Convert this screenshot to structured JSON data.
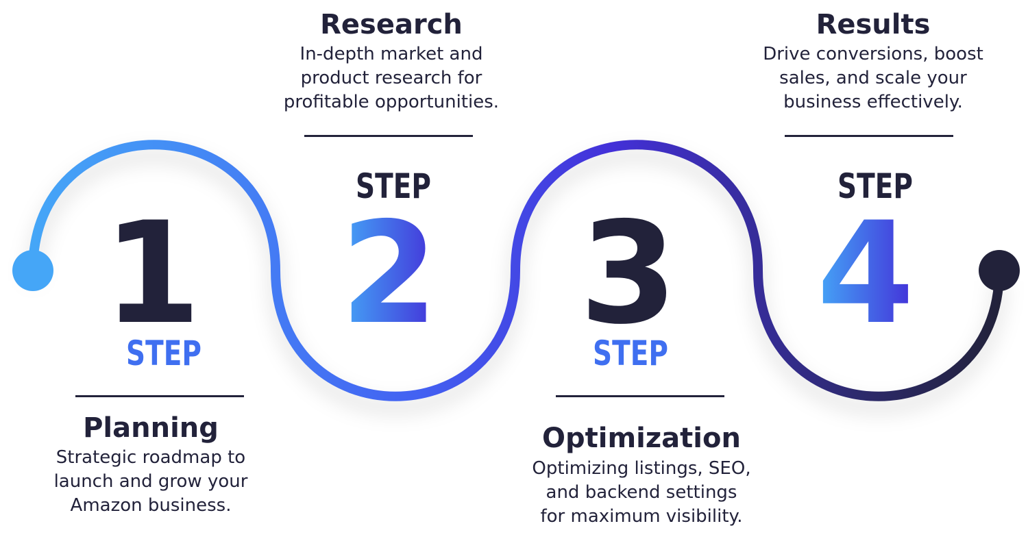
{
  "steps": [
    {
      "number": "1",
      "step_label": "STEP",
      "title": "Planning",
      "description": [
        "Strategic roadmap to",
        "launch and grow your",
        "Amazon business."
      ]
    },
    {
      "number": "2",
      "step_label": "STEP",
      "title": "Research",
      "description": [
        "In-depth market and",
        "product research for",
        "profitable opportunities."
      ]
    },
    {
      "number": "3",
      "step_label": "STEP",
      "title": "Optimization",
      "description": [
        "Optimizing listings, SEO,",
        "and backend settings",
        "for maximum visibility."
      ]
    },
    {
      "number": "4",
      "step_label": "STEP",
      "title": "Results",
      "description": [
        "Drive conversions, boost",
        "sales, and scale your",
        "business effectively."
      ]
    }
  ],
  "colors": {
    "dark": "#22223a",
    "light_blue": "#45a6f7",
    "blue": "#4361f2",
    "violet": "#4330d8",
    "navy": "#2a2660"
  }
}
